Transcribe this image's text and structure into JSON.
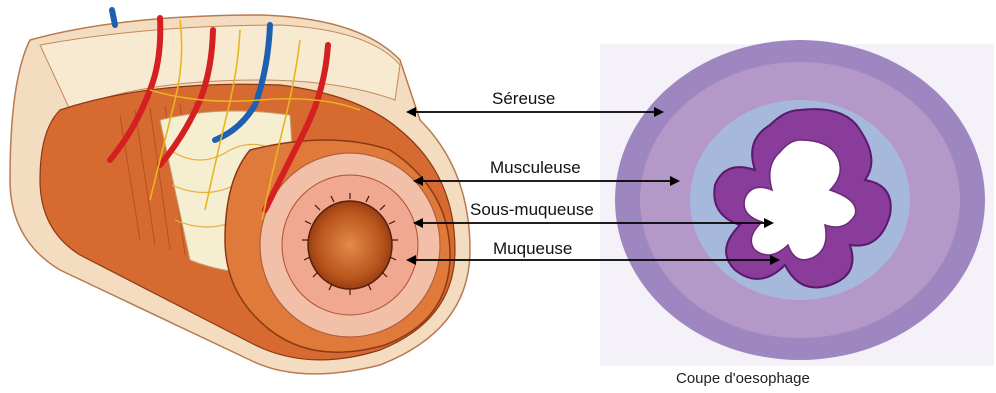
{
  "labels": {
    "sereuse": "Séreuse",
    "musculeuse": "Musculeuse",
    "sous_muqueuse": "Sous-muqueuse",
    "muqueuse": "Muqueuse"
  },
  "caption": "Coupe d'oesophage",
  "colors": {
    "mucosa": "#b83a12",
    "submucosa": "#f0b6a0",
    "muscle": "#d86a2e",
    "serosa": "#f6e6c8",
    "artery": "#d42020",
    "vein": "#1d5fb0",
    "nerve": "#e8b420",
    "histo_purple": "#8a3c9a",
    "histo_blue": "#6a7cc0"
  }
}
